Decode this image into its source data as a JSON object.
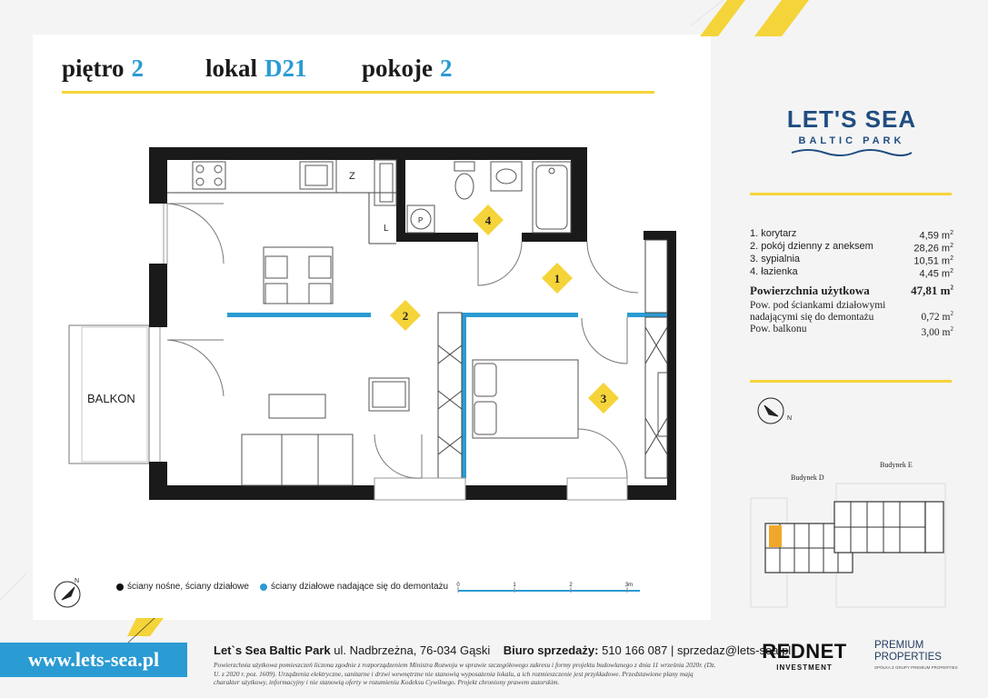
{
  "header": {
    "floor_label": "piętro",
    "floor_value": "2",
    "unit_label": "lokal",
    "unit_value": "D21",
    "rooms_label": "pokoje",
    "rooms_value": "2"
  },
  "logo": {
    "main": "LET'S SEA",
    "sub": "BALTIC PARK"
  },
  "rooms": [
    {
      "name": "1. korytarz",
      "area": "4,59 m",
      "unit_sup": "2"
    },
    {
      "name": "2. pokój dzienny z aneksem",
      "area": "28,26 m",
      "unit_sup": "2"
    },
    {
      "name": "3. sypialnia",
      "area": "10,51 m",
      "unit_sup": "2"
    },
    {
      "name": "4. łazienka",
      "area": "4,45 m",
      "unit_sup": "2"
    }
  ],
  "total": {
    "label": "Powierzchnia użytkowa",
    "value": "47,81 m",
    "unit_sup": "2"
  },
  "extras": [
    {
      "label": "Pow. pod ściankami działowymi nadającymi się do demontażu",
      "value": "0,72 m",
      "unit_sup": "2"
    },
    {
      "label": "Pow. balkonu",
      "value": "3,00 m",
      "unit_sup": "2"
    }
  ],
  "plan": {
    "balcony_label": "BALKON",
    "fridge_label": "Z",
    "washer_label": "P",
    "wardrobe_label": "L",
    "room_markers": [
      "1",
      "2",
      "3",
      "4"
    ]
  },
  "compass_label": "N",
  "buildings": {
    "d": "Budynek D",
    "e": "Budynek E"
  },
  "legend": {
    "bearing": "ściany nośne, ściany działowe",
    "removable": "ściany działowe nadające się do demontażu"
  },
  "scale": {
    "ticks": [
      "0",
      "1",
      "2",
      "3m"
    ]
  },
  "footer": {
    "url": "www.lets-sea.pl",
    "company": "Let`s Sea Baltic Park",
    "address": "ul. Nadbrzeżna, 76-034 Gąski",
    "sales_label": "Biuro sprzedaży:",
    "phone": "510 166 087",
    "separator": "|",
    "email": "sprzedaz@lets-sea.pl",
    "note": "Powierzchnia użytkowa pomieszczeń liczona zgodnie z rozporządzeniem Ministra Rozwoju w sprawie szczegółowego zakresu i formy projektu budowlanego z dnia 11 września 2020r. (Dz. U. z 2020 r. poz. 1609). Urządzenia elektryczne, sanitarne i drzwi wewnętrzne nie stanowią wyposażenia lokalu, a ich rozmieszczenie jest przykładowe. Przedstawione plany mają charakter użytkowy, informacyjny i nie stanowią oferty w rozumieniu Kodeksu Cywilnego. Projekt chroniony prawem autorskim."
  },
  "partners": {
    "rednet_main": "REDNET",
    "rednet_sub": "INVESTMENT",
    "premium_line1": "PREMIUM",
    "premium_line2": "PROPERTIES",
    "premium_sub": "SPÓŁKA Z GRUPY PREMIUM PROPERTIES"
  },
  "colors": {
    "accent_yellow": "#f5d43a",
    "accent_blue": "#2b9bd3",
    "brand_navy": "#1f4d80",
    "highlight_orange": "#f0a82a"
  }
}
